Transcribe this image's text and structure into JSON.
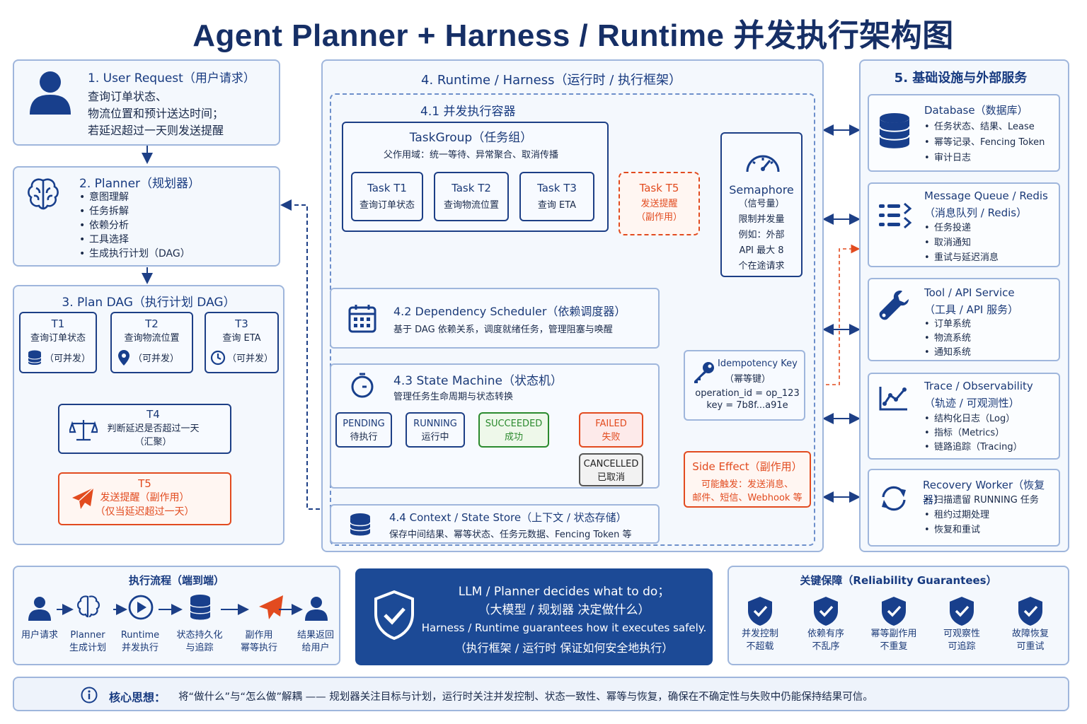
{
  "page_title": "Agent Planner + Harness / Runtime 并发执行架构图",
  "user_request": {
    "title": "1. User Request（用户请求）",
    "lines": [
      "查询订单状态、",
      "物流位置和预计送达时间；",
      "若延迟超过一天则发送提醒"
    ]
  },
  "planner": {
    "title": "2. Planner（规划器）",
    "items": [
      "意图理解",
      "任务拆解",
      "依赖分析",
      "工具选择",
      "生成执行计划（DAG）"
    ]
  },
  "plan_dag": {
    "title": "3. Plan DAG（执行计划 DAG）",
    "t1": {
      "id": "T1",
      "desc": "查询订单状态",
      "note": "（可并发）"
    },
    "t2": {
      "id": "T2",
      "desc": "查询物流位置",
      "note": "（可并发）"
    },
    "t3": {
      "id": "T3",
      "desc": "查询 ETA",
      "note": "（可并发）"
    },
    "t4": {
      "id": "T4",
      "desc": "判断延迟是否超过一天",
      "note": "（汇聚）"
    },
    "t5": {
      "id": "T5",
      "desc": "发送提醒（副作用）",
      "note": "（仅当延迟超过一天）"
    }
  },
  "runtime": {
    "title": "4. Runtime / Harness（运行时 / 执行框架）",
    "container_title": "4.1 并发执行容器",
    "taskgroup": {
      "title": "TaskGroup（任务组）",
      "subtitle": "父作用域：统一等待、异常聚合、取消传播",
      "tasks": [
        {
          "name": "Task T1",
          "desc": "查询订单状态"
        },
        {
          "name": "Task T2",
          "desc": "查询物流位置"
        },
        {
          "name": "Task T3",
          "desc": "查询 ETA"
        }
      ]
    },
    "task_t5": {
      "name": "Task T5",
      "desc": "发送提醒",
      "note": "（副作用）"
    },
    "semaphore": {
      "title": "Semaphore",
      "sub": "（信号量）",
      "line1": "限制并发量",
      "line2": "例如：外部",
      "line3": "API 最大 8",
      "line4": "个在途请求"
    },
    "scheduler": {
      "title": "4.2 Dependency Scheduler（依赖调度器）",
      "desc": "基于 DAG 依赖关系，调度就绪任务，管理阻塞与唤醒"
    },
    "state_machine": {
      "title": "4.3 State Machine（状态机）",
      "desc": "管理任务生命周期与状态转换",
      "states": [
        {
          "en": "PENDING",
          "zh": "待执行"
        },
        {
          "en": "RUNNING",
          "zh": "运行中"
        },
        {
          "en": "SUCCEEDED",
          "zh": "成功"
        },
        {
          "en": "FAILED",
          "zh": "失败"
        },
        {
          "en": "CANCELLED",
          "zh": "已取消"
        }
      ]
    },
    "context": {
      "title": "4.4 Context / State Store（上下文 / 状态存储）",
      "desc": "保存中间结果、幂等状态、任务元数据、Fencing Token 等"
    },
    "idempotency": {
      "title": "Idempotency Key",
      "sub": "（幂等键）",
      "line1": "operation_id = op_123",
      "line2": "key = 7b8f...a91e"
    },
    "side_effect": {
      "title": "Side Effect（副作用）",
      "line1": "可能触发：发送消息、",
      "line2": "邮件、短信、Webhook 等"
    }
  },
  "infra": {
    "title": "5. 基础设施与外部服务",
    "database": {
      "title": "Database（数据库）",
      "items": [
        "任务状态、结果、Lease",
        "幂等记录、Fencing Token",
        "审计日志"
      ]
    },
    "mq": {
      "title": "Message Queue / Redis",
      "sub": "（消息队列 / Redis）",
      "items": [
        "任务投递",
        "取消通知",
        "重试与延迟消息"
      ]
    },
    "tool": {
      "title": "Tool / API Service",
      "sub": "（工具 / API 服务）",
      "items": [
        "订单系统",
        "物流系统",
        "通知系统"
      ]
    },
    "trace": {
      "title": "Trace / Observability",
      "sub": "（轨迹 / 可观测性）",
      "items": [
        "结构化日志（Log）",
        "指标（Metrics）",
        "链路追踪（Tracing）"
      ]
    },
    "recovery": {
      "title": "Recovery Worker（恢复器）",
      "items": [
        "扫描遗留 RUNNING 任务",
        "租约过期处理",
        "恢复和重试"
      ]
    }
  },
  "flow": {
    "title": "执行流程（端到端）",
    "steps": [
      {
        "l1": "用户请求",
        "l2": ""
      },
      {
        "l1": "Planner",
        "l2": "生成计划"
      },
      {
        "l1": "Runtime",
        "l2": "并发执行"
      },
      {
        "l1": "状态持久化",
        "l2": "与追踪"
      },
      {
        "l1": "副作用",
        "l2": "幂等执行"
      },
      {
        "l1": "结果返回",
        "l2": "给用户"
      }
    ]
  },
  "banner": {
    "l1": "LLM / Planner decides what to do；",
    "l2": "（大模型 / 规划器 决定做什么）",
    "l3": "Harness / Runtime guarantees how it executes safely.",
    "l4": "（执行框架 / 运行时 保证如何安全地执行）"
  },
  "guarantees": {
    "title": "关键保障（Reliability Guarantees）",
    "items": [
      {
        "l1": "并发控制",
        "l2": "不超载"
      },
      {
        "l1": "依赖有序",
        "l2": "不乱序"
      },
      {
        "l1": "幂等副作用",
        "l2": "不重复"
      },
      {
        "l1": "可观察性",
        "l2": "可追踪"
      },
      {
        "l1": "故障恢复",
        "l2": "可重试"
      }
    ]
  },
  "footer": {
    "label": "核心思想：",
    "text": "将“做什么”与“怎么做”解耦 —— 规划器关注目标与计划，运行时关注并发控制、状态一致性、幂等与恢复，确保在不确定性与失败中仍能保持结果可信。"
  },
  "colors": {
    "navy": "#173a80",
    "accent_red": "#e24b1f",
    "green": "#2b8a2e",
    "banner_bg": "#1c4a96"
  }
}
